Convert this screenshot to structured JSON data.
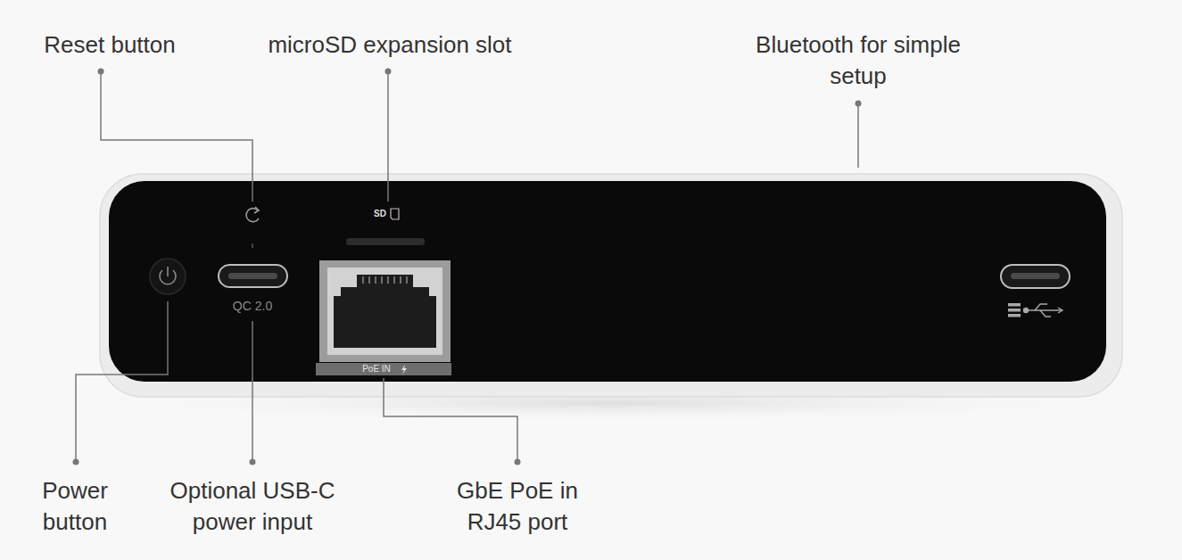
{
  "diagram": {
    "labels": [
      "Reset button",
      "microSD expansion slot",
      "Bluetooth for simple setup",
      "SD",
      "QC 2.0",
      "PoE IN",
      "Power button",
      "Optional USB-C power input",
      "GbE PoE in RJ45 port"
    ]
  }
}
